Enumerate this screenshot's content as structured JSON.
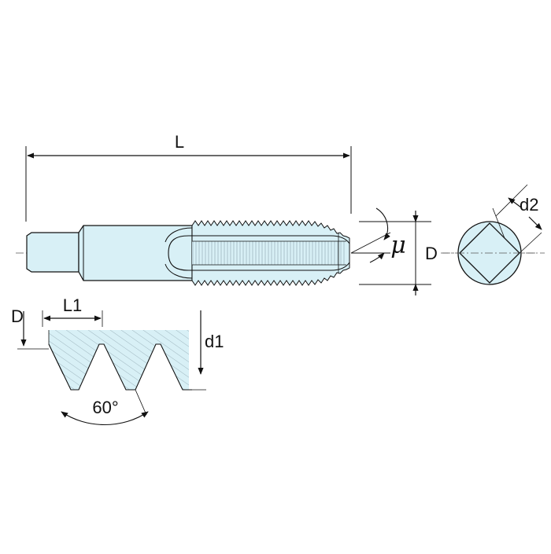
{
  "labels": {
    "length": "L",
    "diameter": "D",
    "square": "d2",
    "angle_mu": "μ",
    "thread_depth": "D",
    "pitch": "L1",
    "minor_diameter": "d1",
    "thread_angle": "60°"
  },
  "colors": {
    "fill": "#d8f0f6",
    "line": "#111111",
    "hatch": "#a9c3cc"
  }
}
